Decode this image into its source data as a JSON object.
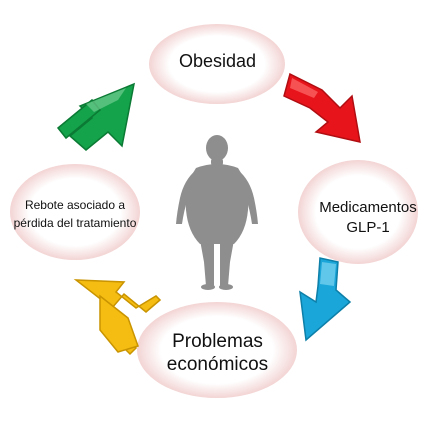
{
  "nodes": {
    "obesity": {
      "label": "Obesidad"
    },
    "glp1": {
      "line1": "Medicamentos",
      "line2": "GLP-1"
    },
    "economic": {
      "line1": "Problemas",
      "line2": "económicos"
    },
    "rebound": {
      "line1": "Rebote asociado a",
      "line2": "pérdida del tratamiento"
    }
  },
  "colors": {
    "arrow_red": "#e8141b",
    "arrow_blue": "#1aa6d9",
    "arrow_yellow": "#f5bd12",
    "arrow_green": "#14a34a",
    "figure": "#8e8e8e",
    "text": "#111111"
  },
  "icons": {
    "center": "human-silhouette-icon"
  }
}
